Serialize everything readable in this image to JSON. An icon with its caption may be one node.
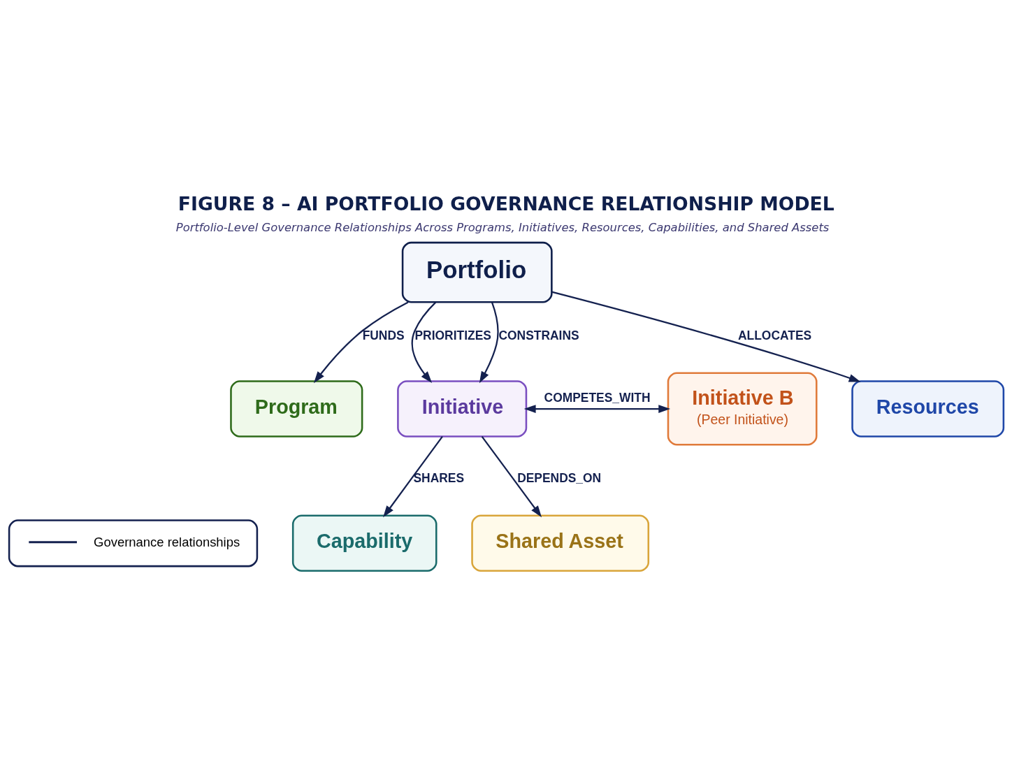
{
  "diagram": {
    "title": "FIGURE 8 – AI PORTFOLIO GOVERNANCE RELATIONSHIP MODEL",
    "caption": "Portfolio-Level Governance Relationships Across Programs, Initiatives, Resources, Capabilities, and Shared Assets",
    "nodes": [
      {
        "text": [
          "Portfolio"
        ]
      },
      {
        "text": [
          "Program"
        ]
      },
      {
        "text": [
          "Initiative"
        ]
      },
      {
        "text": [
          "Resources"
        ]
      },
      {
        "text": [
          "Initiative B",
          "(Peer Initiative)"
        ]
      },
      {
        "text": [
          "Capability"
        ]
      },
      {
        "text": [
          "Shared Asset"
        ]
      }
    ],
    "edges": [
      {
        "from": 0,
        "to": 1,
        "arrow": "to",
        "label": "FUNDS"
      },
      {
        "from": 0,
        "to": 2,
        "arrow": "to",
        "label": "PRIORITIZES"
      },
      {
        "from": 0,
        "to": 2,
        "arrow": "to",
        "label": "CONSTRAINS"
      },
      {
        "from": 0,
        "to": 3,
        "arrow": "to",
        "label": "ALLOCATES"
      },
      {
        "from": 2,
        "to": 4,
        "arrow": "both",
        "label": "COMPETES_WITH"
      },
      {
        "from": 2,
        "to": 5,
        "arrow": "to",
        "label": "SHARES"
      },
      {
        "from": 2,
        "to": 6,
        "arrow": "to",
        "label": "DEPENDS_ON"
      }
    ],
    "legend": [
      {
        "text": "Governance relationships"
      }
    ]
  }
}
